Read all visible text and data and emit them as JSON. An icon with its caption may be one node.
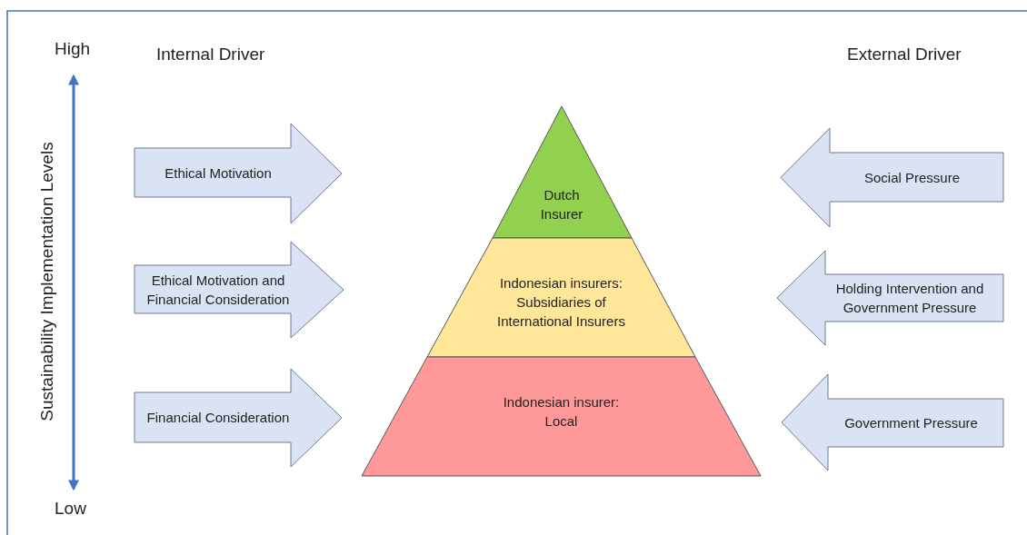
{
  "diagram": {
    "nodes": [
      {
        "text": [
          "Ethical Motivation"
        ]
      },
      {
        "text": [
          "Dutch Insurer"
        ]
      },
      {
        "text": [
          "Social Pressure"
        ]
      },
      {
        "text": [
          "Ethical Motivation and Financial Consideration"
        ]
      },
      {
        "text": [
          "Indonesian insurers: Subsidiaries of International Insurers"
        ]
      },
      {
        "text": [
          "Holding Intervention and Government Pressure"
        ]
      },
      {
        "text": [
          "Financial Consideration"
        ]
      },
      {
        "text": [
          "Indonesian insurer: Local"
        ]
      },
      {
        "text": [
          "Government Pressure"
        ]
      }
    ],
    "edges": [],
    "labels": [
      "High",
      "Internal Driver",
      "External Driver",
      "Sustainability Implementation Levels",
      "Low"
    ]
  }
}
